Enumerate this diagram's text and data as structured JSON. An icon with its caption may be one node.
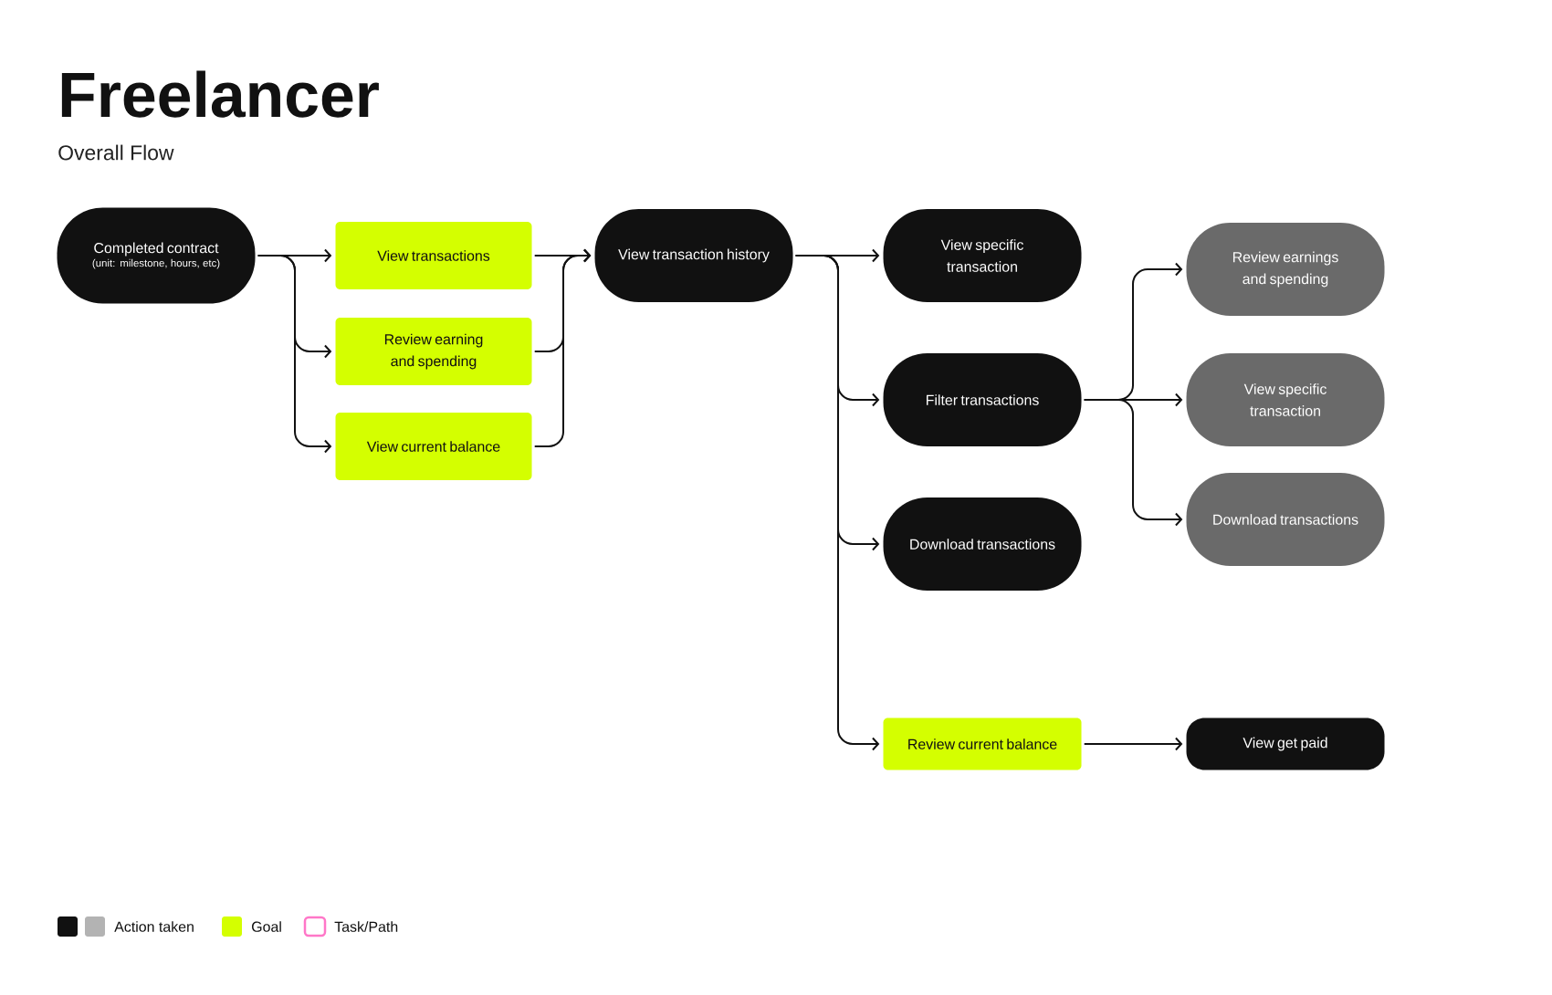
{
  "diagram": {
    "title": "Freelancer",
    "caption": "Overall Flow",
    "nodes": [
      {
        "text": [
          "Completed contract",
          "(unit: milestone, hours, etc)"
        ]
      },
      {
        "text": [
          "View transactions"
        ]
      },
      {
        "text": [
          "Review earning and spending"
        ]
      },
      {
        "text": [
          "View current balance"
        ]
      },
      {
        "text": [
          "View transaction history"
        ]
      },
      {
        "text": [
          "View specific transaction"
        ]
      },
      {
        "text": [
          "Filter transactions"
        ]
      },
      {
        "text": [
          "Download transactions"
        ]
      },
      {
        "text": [
          "Review current balance"
        ]
      },
      {
        "text": [
          "Review earnings and spending"
        ]
      },
      {
        "text": [
          "View specific transaction"
        ]
      },
      {
        "text": [
          "Download transactions"
        ]
      },
      {
        "text": [
          "View get paid"
        ]
      }
    ],
    "edges": [
      {
        "from": 0,
        "to": 1,
        "arrow": "to"
      },
      {
        "from": 0,
        "to": 2,
        "arrow": "to"
      },
      {
        "from": 0,
        "to": 3,
        "arrow": "to"
      },
      {
        "from": 1,
        "to": 4,
        "arrow": "to"
      },
      {
        "from": 2,
        "to": 4,
        "arrow": "to"
      },
      {
        "from": 3,
        "to": 4,
        "arrow": "to"
      },
      {
        "from": 4,
        "to": 5,
        "arrow": "to"
      },
      {
        "from": 4,
        "to": 6,
        "arrow": "to"
      },
      {
        "from": 4,
        "to": 7,
        "arrow": "to"
      },
      {
        "from": 4,
        "to": 8,
        "arrow": "to"
      },
      {
        "from": 6,
        "to": 9,
        "arrow": "to"
      },
      {
        "from": 6,
        "to": 10,
        "arrow": "to"
      },
      {
        "from": 6,
        "to": 11,
        "arrow": "to"
      },
      {
        "from": 8,
        "to": 12,
        "arrow": "to"
      }
    ],
    "legend": [
      {
        "text": "Action taken",
        "color": "#111111"
      },
      {
        "text": "Goal",
        "color": "#d4ff00"
      },
      {
        "text": "Task/Path"
      }
    ]
  }
}
